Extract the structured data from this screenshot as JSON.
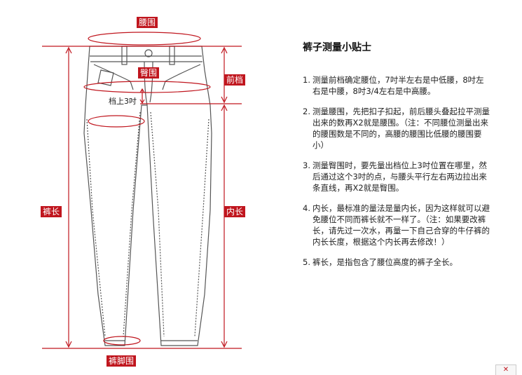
{
  "labels": {
    "waist": "腰围",
    "hip": "臀围",
    "front_rise": "前档",
    "rise_up": "档上3吋",
    "pants_length": "裤长",
    "inseam": "内长",
    "leg_opening": "裤脚围"
  },
  "tips": {
    "title": "裤子测量小贴士",
    "items": [
      {
        "num": "1.",
        "text": "测量前档确定腰位，7吋半左右是中低腰，8吋左右是中腰，8吋3/4左右是中高腰。"
      },
      {
        "num": "2.",
        "text": "测量腰围，先把扣子扣起，前后腰头叠起拉平测量出来的数再X2就是腰围。（注：不同腰位测量出来的腰围数是不同的，高腰的腰围比低腰的腰围要小）"
      },
      {
        "num": "3.",
        "text": "测量臀围时，要先量出档位上3吋位置在哪里，然后通过这个3吋的点，与腰头平行左右两边拉出来条直线，再X2就是臀围。"
      },
      {
        "num": "4.",
        "text": "内长，最标准的量法是量内长，因为这样就可以避免腰位不同而裤长就不一样了。（注：如果要改裤长，请先过一次水，再量一下自己合穿的牛仔裤的内长长度，根据这个内长再去修改！）"
      },
      {
        "num": "5.",
        "text": "裤长，是指包含了腰位高度的裤子全长。"
      }
    ]
  },
  "corner_icon": "close-x-icon",
  "colors": {
    "accent": "#c0161e",
    "outline": "#555555"
  }
}
